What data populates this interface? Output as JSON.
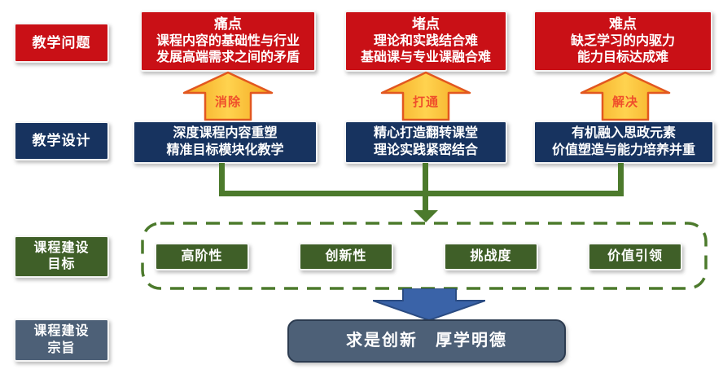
{
  "left_labels": {
    "problems": "教学问题",
    "design": "教学设计",
    "goals": [
      "课程建设",
      "目标"
    ],
    "purpose": [
      "课程建设",
      "宗旨"
    ]
  },
  "problem_boxes": [
    {
      "title": "痛点",
      "lines": [
        "课程内容的基础性与行业",
        "发展高端需求之间的矛盾"
      ]
    },
    {
      "title": "堵点",
      "lines": [
        "理论和实践结合难",
        "基础课与专业课融合难"
      ]
    },
    {
      "title": "难点",
      "lines": [
        "缺乏学习的内驱力",
        "能力目标达成难"
      ]
    }
  ],
  "arrow_labels": [
    "消除",
    "打通",
    "解决"
  ],
  "design_boxes": [
    {
      "lines": [
        "深度课程内容重塑",
        "精准目标模块化教学"
      ]
    },
    {
      "lines": [
        "精心打造翻转课堂",
        "理论实践紧密结合"
      ]
    },
    {
      "lines": [
        "有机融入思政元素",
        "价值塑造与能力培养并重"
      ]
    }
  ],
  "goal_items": [
    "高阶性",
    "创新性",
    "挑战度",
    "价值引领"
  ],
  "purpose_text": "求是创新　厚学明德",
  "colors": {
    "problem_red": "#c91016",
    "design_navy": "#17335f",
    "goal_green": "#3f5f28",
    "purpose_slate": "#4d6077",
    "connector_green": "#4c7a2c",
    "arrow_gold": "#ffc94a",
    "arrow_gold_edge": "#f2a41d",
    "arrow_border_orange": "#e2571f",
    "arrow_label_red": "#ef4f2b",
    "flow_blue": "#3a63a8"
  }
}
